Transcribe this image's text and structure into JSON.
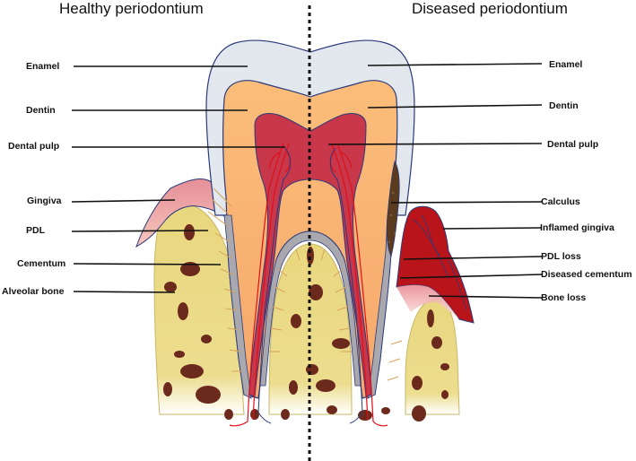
{
  "titles": {
    "left": "Healthy periodontium",
    "right": "Diseased periodontium"
  },
  "labels_left": [
    "Enamel",
    "Dentin",
    "Dental pulp",
    "Gingiva",
    "PDL",
    "Cementum",
    "Alveolar bone"
  ],
  "labels_right": [
    "Enamel",
    "Dentin",
    "Dental pulp",
    "Calculus",
    "Inflamed gingiva",
    "PDL loss",
    "Diseased cementum",
    "Bone loss"
  ],
  "colors": {
    "enamel": "#e3e8ee",
    "dentin": "#fbbd7a",
    "pulp": "#c9374b",
    "bone": "#e9d77e",
    "bone_hole": "#6b2a1c",
    "gingiva": "#eba1a3",
    "inflamed_gingiva": "#b8141a",
    "calculus": "#5a3b1f",
    "cementum": "#a8a8ae",
    "outline": "#2a3a7c",
    "vessel": "#e0101a",
    "pdl_fiber": "#d7a25a"
  }
}
